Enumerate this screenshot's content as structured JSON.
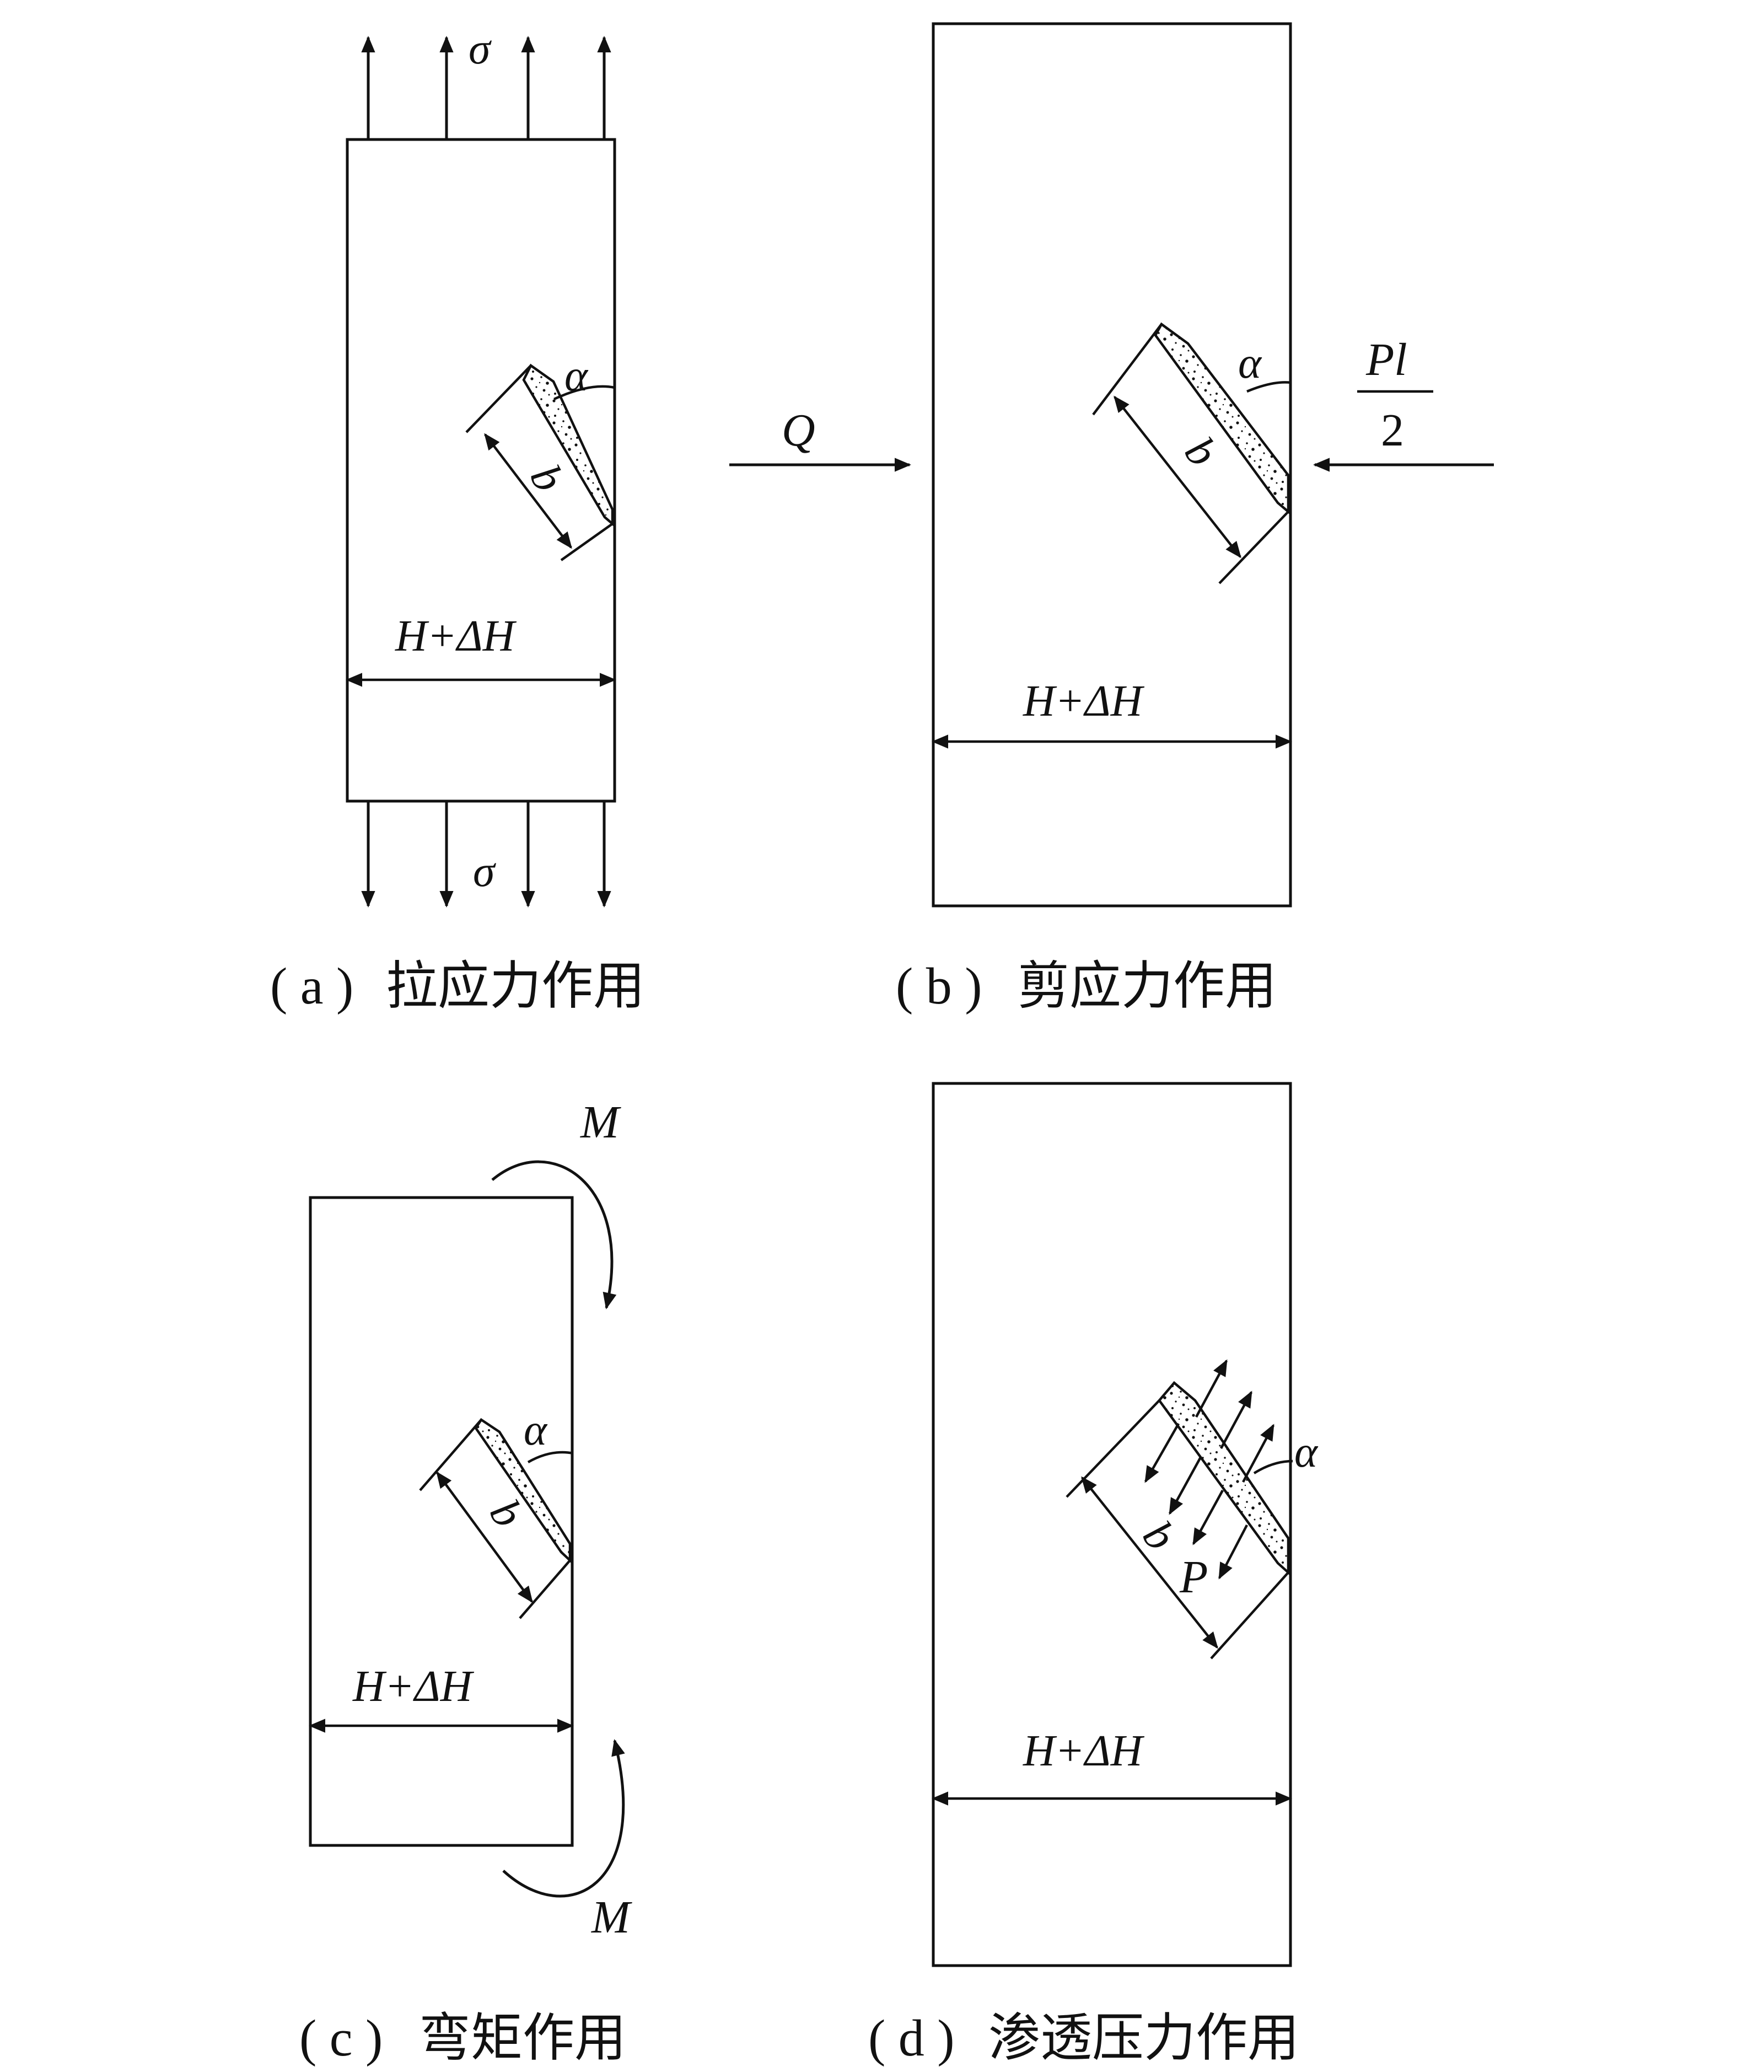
{
  "colors": {
    "ink": "#111111",
    "background": "#ffffff"
  },
  "panels": {
    "a": {
      "caption_label": "( a )",
      "caption_text": "拉应力作用",
      "stress_top": "σ",
      "stress_bottom": "σ",
      "angle": "α",
      "width_label": "b",
      "dimension": "H+ΔH"
    },
    "b": {
      "caption_label": "( b )",
      "caption_text": "剪应力作用",
      "shear_force": "Q",
      "reaction_num": "Pl",
      "reaction_den": "2",
      "angle": "α",
      "width_label": "b",
      "dimension": "H+ΔH"
    },
    "c": {
      "caption_label": "( c )",
      "caption_text": "弯矩作用",
      "moment_top": "M",
      "moment_bottom": "M",
      "angle": "α",
      "width_label": "b",
      "dimension": "H+ΔH"
    },
    "d": {
      "caption_label": "( d )",
      "caption_text": "渗透压力作用",
      "pressure": "P",
      "angle": "α",
      "width_label": "b",
      "dimension": "H+ΔH"
    }
  }
}
